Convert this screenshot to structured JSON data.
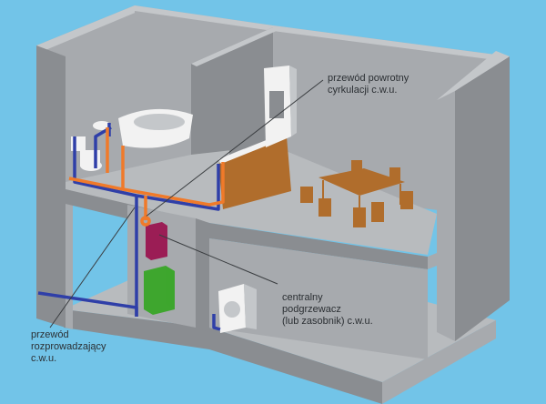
{
  "colors": {
    "background": "#72c4e8",
    "wall": "#a7aaae",
    "wall_dark": "#8a8d91",
    "wall_light": "#c4c7ca",
    "floor": "#b8bbbe",
    "hot_pipe": "#f07a2a",
    "cold_pipe": "#2f3fa8",
    "leader_line": "#3a3d40",
    "heater": "#9b1d55",
    "boiler": "#3ea62e",
    "wood": "#b06d2c",
    "appliance": "#f2f2f2"
  },
  "labels": {
    "return_pipe": [
      "przewód powrotny",
      "cyrkulacji c.w.u."
    ],
    "central_heater": [
      "centralny",
      "podgrzewacz",
      "(lub zasobnik) c.w.u."
    ],
    "distribution_pipe": [
      "przewód",
      "rozprowadzający",
      "c.w.u."
    ]
  },
  "icons": {
    "washing_machine": "washing-machine-icon",
    "bathtub": "bathtub-icon",
    "toilet": "toilet-icon",
    "dining_set": "dining-set-icon",
    "kitchen": "kitchen-cabinets-icon"
  }
}
